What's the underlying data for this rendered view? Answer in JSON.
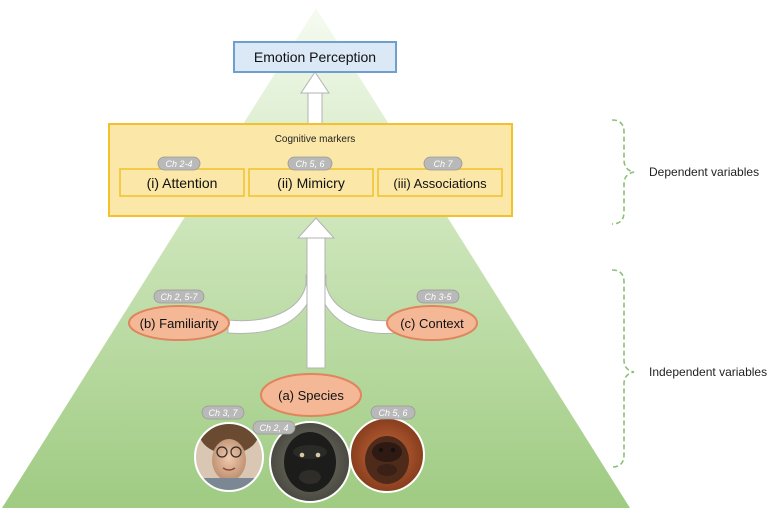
{
  "top": {
    "label": "Emotion Perception"
  },
  "markers": {
    "title": "Cognitive markers",
    "items": [
      {
        "label": "(i) Attention",
        "tag": "Ch 2-4"
      },
      {
        "label": "(ii) Mimicry",
        "tag": "Ch 5, 6"
      },
      {
        "label": "(iii) Associations",
        "tag": "Ch 7"
      }
    ]
  },
  "factors": {
    "familiarity": {
      "label": "(b) Familiarity",
      "tag": "Ch 2, 5-7"
    },
    "context": {
      "label": "(c) Context",
      "tag": "Ch 3-5"
    },
    "species": {
      "label": "(a) Species"
    }
  },
  "photos": [
    {
      "name": "human-face",
      "tag": "Ch 3, 7"
    },
    {
      "name": "bonobo-face",
      "tag": "Ch 2, 4"
    },
    {
      "name": "orangutan-face",
      "tag": "Ch 5, 6"
    }
  ],
  "side_labels": {
    "dependent": "Dependent variables",
    "independent": "Independent variables"
  },
  "colors": {
    "pyramid_top": "#f6fbf2",
    "pyramid_bottom": "#9fcb82",
    "markers_fill": "#fbe7a8",
    "markers_border": "#f2c12b",
    "emotion_fill": "#dbe9f6",
    "emotion_border": "#6f9fcf",
    "ellipse_fill": "#f4b896",
    "ellipse_border": "#e0855d",
    "tag_fill": "#b9b9b9",
    "brace": "#8cc07a"
  }
}
